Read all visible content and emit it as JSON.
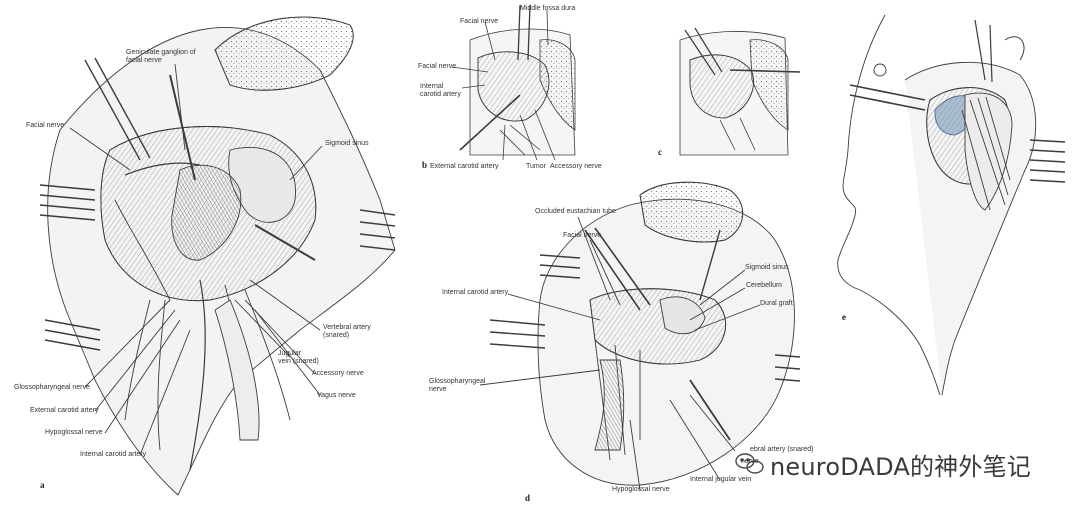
{
  "panels": {
    "a": {
      "letter": "a",
      "labels": {
        "geniculate": "Geniculate ganglion of\nfacial nerve",
        "facial": "Facial nerve",
        "sigmoid": "Sigmoid sinus",
        "vertebral": "Vertebral artery\n(snared)",
        "jugular": "Jugular\nvein (snared)",
        "accessory": "Accessory nerve",
        "vagus": "Vagus nerve",
        "glosso": "Glossopharyngeal nerve",
        "external_carotid": "External carotid artery",
        "hypoglossal": "Hypoglossal nerve",
        "internal_carotid": "Internal carotid artery"
      }
    },
    "b": {
      "letter": "b",
      "labels": {
        "facial": "Facial nerve",
        "middle_fossa": "Middle fossa dura",
        "facial2": "Facial nerve",
        "internal_carotid": "Internal\ncarotid artery",
        "external_carotid": "External carotid artery",
        "tumor": "Tumor",
        "accessory": "Accessory nerve"
      }
    },
    "c": {
      "letter": "c"
    },
    "d": {
      "letter": "d",
      "labels": {
        "eustachian": "Occluded eustachian tube",
        "facial": "Facial nerve",
        "internal_carotid": "Internal carotid artery",
        "sigmoid": "Sigmoid sinus",
        "cerebellum": "Cerebellum",
        "dural": "Dural graft",
        "glosso": "Glossopharyngeal\nnerve",
        "vertebral": "ebral artery (snared)",
        "nerve": "nerve",
        "jugular": "Internal jugular vein",
        "hypoglossal": "Hypoglossal nerve"
      }
    },
    "e": {
      "letter": "e"
    }
  },
  "watermark": {
    "text": "neuroDADA的神外笔记",
    "icon": "wechat-icon"
  },
  "colors": {
    "ink": "#3c3c3c",
    "wash": "#6f8fb3"
  }
}
